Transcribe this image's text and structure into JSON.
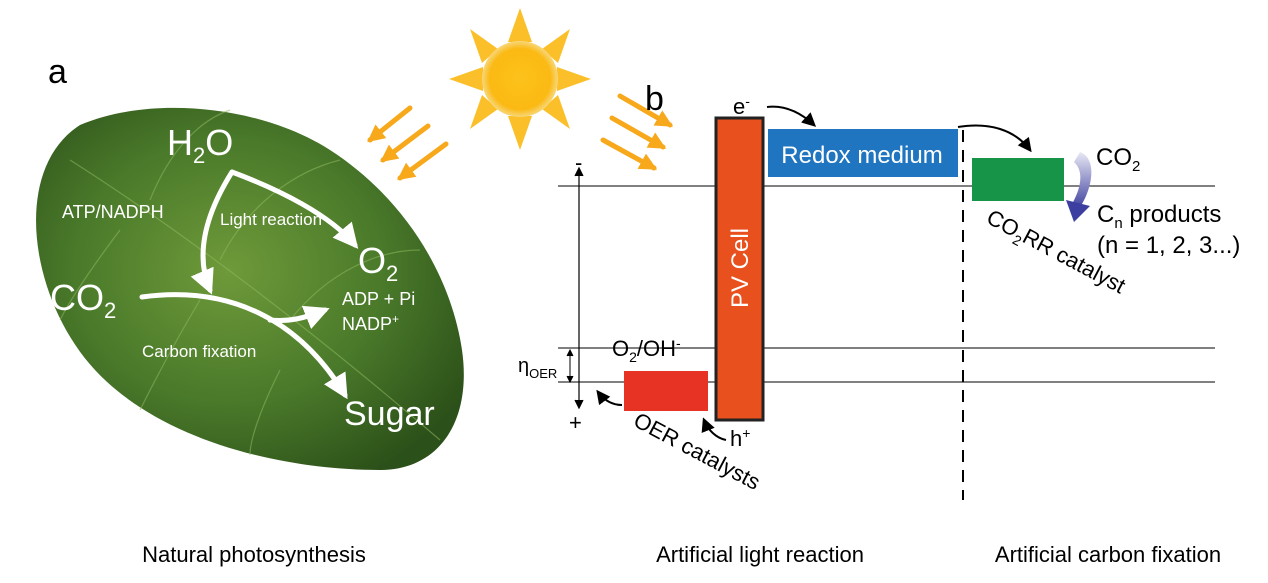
{
  "panels": {
    "a_label": "a",
    "b_label": "b"
  },
  "leaf": {
    "h2o_main": "H",
    "h2o_sub": "2",
    "h2o_tail": "O",
    "light_reaction": "Light reaction",
    "o2_main": "O",
    "o2_sub": "2",
    "atp_nadph": "ATP/NADPH",
    "co2_main": "CO",
    "co2_sub": "2",
    "adp_pi": "ADP + Pi",
    "nadp_main": "NADP",
    "nadp_sup": "+",
    "carbon_fixation": "Carbon fixation",
    "sugar": "Sugar"
  },
  "energy": {
    "minus": "-",
    "plus": "+",
    "e_main": "e",
    "e_sup": "-",
    "pv_cell": "PV Cell",
    "redox_medium": "Redox medium",
    "co2_main": "CO",
    "co2_sub": "2",
    "cn_main": "C",
    "cn_sub": "n",
    "cn_tail": " products",
    "n_values": "(n = 1, 2, 3...)",
    "co2rr_main": "CO",
    "co2rr_sub": "2",
    "co2rr_tail": "RR catalyst",
    "o2oh_main": "O",
    "o2oh_sub": "2",
    "o2oh_tail": "/OH",
    "o2oh_sup": "-",
    "eta_main": "η",
    "eta_sub": "OER",
    "h_main": "h",
    "h_sup": "+",
    "oer_catalysts": "OER catalysts"
  },
  "captions": {
    "natural": "Natural photosynthesis",
    "artificial_light": "Artificial light reaction",
    "artificial_carbon": "Artificial carbon fixation"
  },
  "colors": {
    "leaf_dark": "#2f5a1f",
    "leaf_light": "#6f9a3a",
    "sun": "#fbb913",
    "sun_rays": "#f7a81b",
    "pv_cell": "#e8501d",
    "redox_medium": "#1f75c0",
    "co2rr_catalyst": "#179447",
    "oer_catalyst": "#e63324",
    "arrow_purple": "#3c3fa0"
  }
}
